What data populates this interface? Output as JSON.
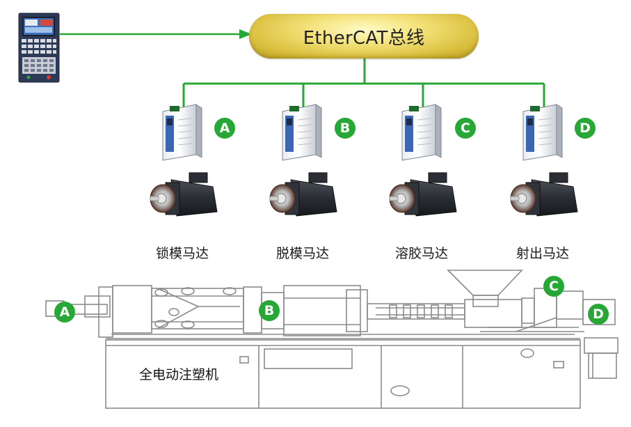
{
  "bus": {
    "label": "EtherCAT总线"
  },
  "colors": {
    "link": "#27a836",
    "badge": "#27a836",
    "outline": "#8a8a8a"
  },
  "drives": [
    {
      "id": "A",
      "motor_label": "锁模马达"
    },
    {
      "id": "B",
      "motor_label": "脱模马达"
    },
    {
      "id": "C",
      "motor_label": "溶胶马达"
    },
    {
      "id": "D",
      "motor_label": "射出马达"
    }
  ],
  "machine": {
    "label": "全电动注塑机",
    "badges": [
      "A",
      "B",
      "C",
      "D"
    ]
  },
  "icons": [
    "controller-panel-icon",
    "servo-drive-icon",
    "servo-motor-icon",
    "injection-machine-drawing"
  ]
}
